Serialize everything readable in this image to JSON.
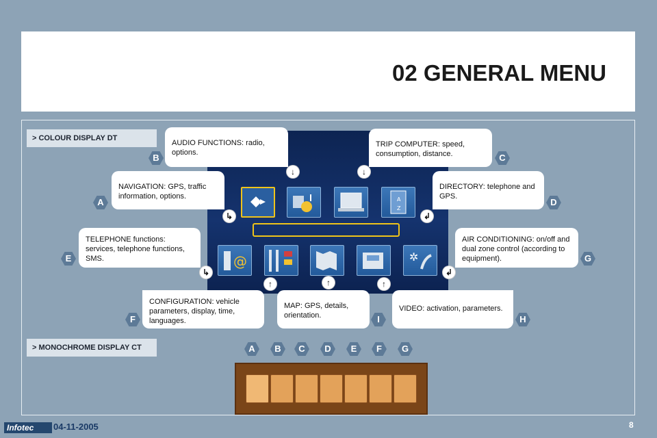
{
  "title": "02 GENERAL MENU",
  "sections": {
    "colour": "> COLOUR DISPLAY DT",
    "mono": "> MONOCHROME DISPLAY CT"
  },
  "callouts": {
    "audio": "AUDIO FUNCTIONS: radio, options.",
    "trip": "TRIP COMPUTER: speed, consumption, distance.",
    "navigation": "NAVIGATION: GPS, traffic information, options.",
    "directory": "DIRECTORY: telephone and GPS.",
    "telephone": "TELEPHONE functions: services, telephone functions, SMS.",
    "air": "AIR CONDITIONING: on/off and dual zone control (according to equipment).",
    "configuration": "CONFIGURATION: vehicle parameters, display, time, languages.",
    "map": "MAP: GPS, details, orientation.",
    "video": "VIDEO: activation, parameters."
  },
  "letters": {
    "a": "A",
    "b": "B",
    "c": "C",
    "d": "D",
    "e": "E",
    "f": "F",
    "g": "G",
    "h": "H",
    "i": "I"
  },
  "mono_letters": [
    "A",
    "B",
    "C",
    "D",
    "E",
    "F",
    "G"
  ],
  "icons": {
    "top": [
      "navigation-icon",
      "audio-icon",
      "trip-computer-icon",
      "directory-icon"
    ],
    "bottom": [
      "telephone-icon",
      "configuration-icon",
      "map-icon",
      "video-icon",
      "air-conditioning-icon"
    ]
  },
  "footer": {
    "logo": "Infotec",
    "date": "04-11-2005",
    "page": "8"
  },
  "colors": {
    "background": "#8da3b6",
    "panel": "#15336e",
    "letter_badge": "#5d7a97",
    "mono_panel": "#7a4518",
    "selection": "#f0c419"
  }
}
